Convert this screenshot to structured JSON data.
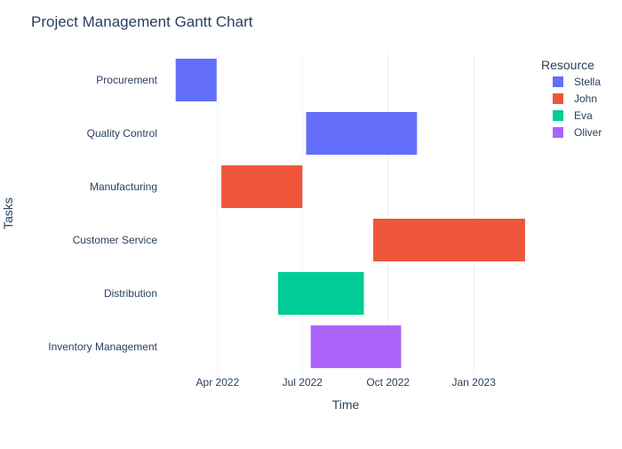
{
  "chart_data": {
    "type": "gantt",
    "title": "Project Management Gantt Chart",
    "xlabel": "Time",
    "ylabel": "Tasks",
    "x_range": [
      "2022-02-01",
      "2023-02-28"
    ],
    "x_ticks": [
      {
        "date": "2022-04-01",
        "label": "Apr 2022"
      },
      {
        "date": "2022-07-01",
        "label": "Jul 2022"
      },
      {
        "date": "2022-10-01",
        "label": "Oct 2022"
      },
      {
        "date": "2023-01-01",
        "label": "Jan 2023"
      }
    ],
    "legend": {
      "title": "Resource",
      "placement": "right",
      "items": [
        {
          "name": "Stella",
          "color": "#636efa"
        },
        {
          "name": "John",
          "color": "#EF553B"
        },
        {
          "name": "Eva",
          "color": "#00cc96"
        },
        {
          "name": "Oliver",
          "color": "#ab63fa"
        }
      ]
    },
    "tasks": [
      {
        "task": "Procurement",
        "start": "2022-02-15",
        "finish": "2022-03-31",
        "resource": "Stella"
      },
      {
        "task": "Quality Control",
        "start": "2022-07-05",
        "finish": "2022-11-01",
        "resource": "Stella"
      },
      {
        "task": "Manufacturing",
        "start": "2022-04-05",
        "finish": "2022-07-01",
        "resource": "John"
      },
      {
        "task": "Customer Service",
        "start": "2022-09-15",
        "finish": "2023-02-25",
        "resource": "John"
      },
      {
        "task": "Distribution",
        "start": "2022-06-05",
        "finish": "2022-09-05",
        "resource": "Eva"
      },
      {
        "task": "Inventory Management",
        "start": "2022-07-10",
        "finish": "2022-10-15",
        "resource": "Oliver"
      }
    ]
  }
}
